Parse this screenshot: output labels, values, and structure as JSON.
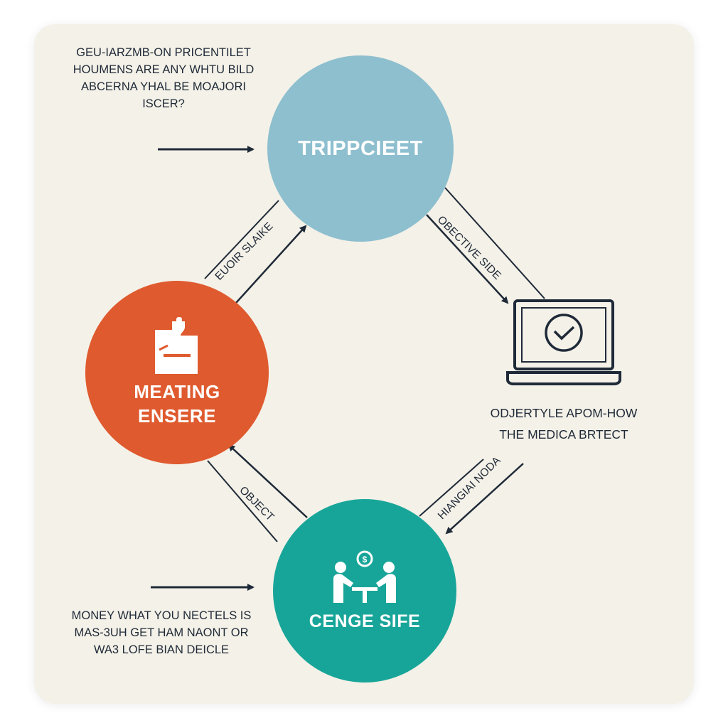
{
  "nodes": {
    "top": {
      "label": "TRIPPCIEET",
      "color": "#8dbfcf"
    },
    "left": {
      "line1": "MEATING",
      "line2": "ENSERE",
      "icon": "clipboard-icon",
      "color": "#df5a2e"
    },
    "bottom": {
      "label": "CENGE SIFE",
      "icon": "meeting-people-icon",
      "color": "#18a599"
    }
  },
  "notes": {
    "top": [
      "GEU-IARZMB-ON PRICENTILET",
      "HOUMENS ARE ANY WHTU BILD",
      "ABCERNA YHAL BE MOAJORI",
      "ISCER?"
    ],
    "bottom": [
      "MONEY WHAT YOU NECTELS IS",
      "MAS-3UH GET HAM NAONT OR",
      "WA3 LOFE BIAN DEICLE"
    ],
    "right": [
      "ODJERTYLE APOM-HOW",
      "THE MEDICA BRTECT"
    ]
  },
  "edge_labels": {
    "top_left": "EUOIR SLAIKE",
    "top_right": "OBECTIVE SIDE",
    "bottom_left": "OBJECT",
    "bottom_right": "HIANGIAI NODA"
  },
  "laptop": {
    "icon": "laptop-check-icon"
  },
  "colors": {
    "background": "#f4f1e8",
    "ink": "#1f2a38",
    "teal": "#18a599",
    "orange": "#df5a2e",
    "blue": "#8dbfcf"
  }
}
